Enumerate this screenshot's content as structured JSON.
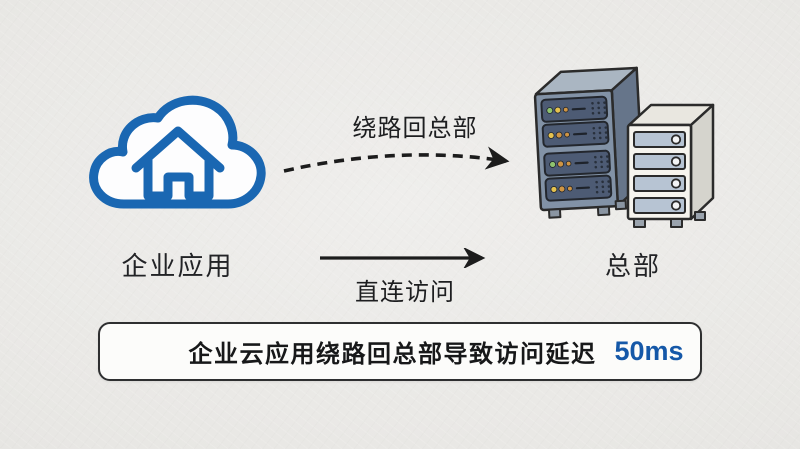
{
  "diagram": {
    "nodes": {
      "app": {
        "label": "企业应用",
        "icon": "cloud-home-icon"
      },
      "hq": {
        "label": "总部",
        "icon": "server-rack-icon"
      }
    },
    "arrows": {
      "detour": {
        "label": "绕路回总部",
        "style": "dashed-curved"
      },
      "direct": {
        "label": "直连访问",
        "style": "solid-straight"
      }
    },
    "caption": {
      "text": "企业云应用绕路回总部导致访问延迟",
      "value": "50ms"
    },
    "colors": {
      "background": "#e9e8e5",
      "cloud_blue": "#1a67b2",
      "ink": "#1c1c1c",
      "value_blue": "#1558a8",
      "rack_front": "#8292a6",
      "rack_side": "#66758a",
      "rack_top": "#aab6c2",
      "unit_panel": "#4d5b74",
      "tower_front": "#f6f4ee",
      "bay_fill": "#b7c4d3"
    }
  }
}
